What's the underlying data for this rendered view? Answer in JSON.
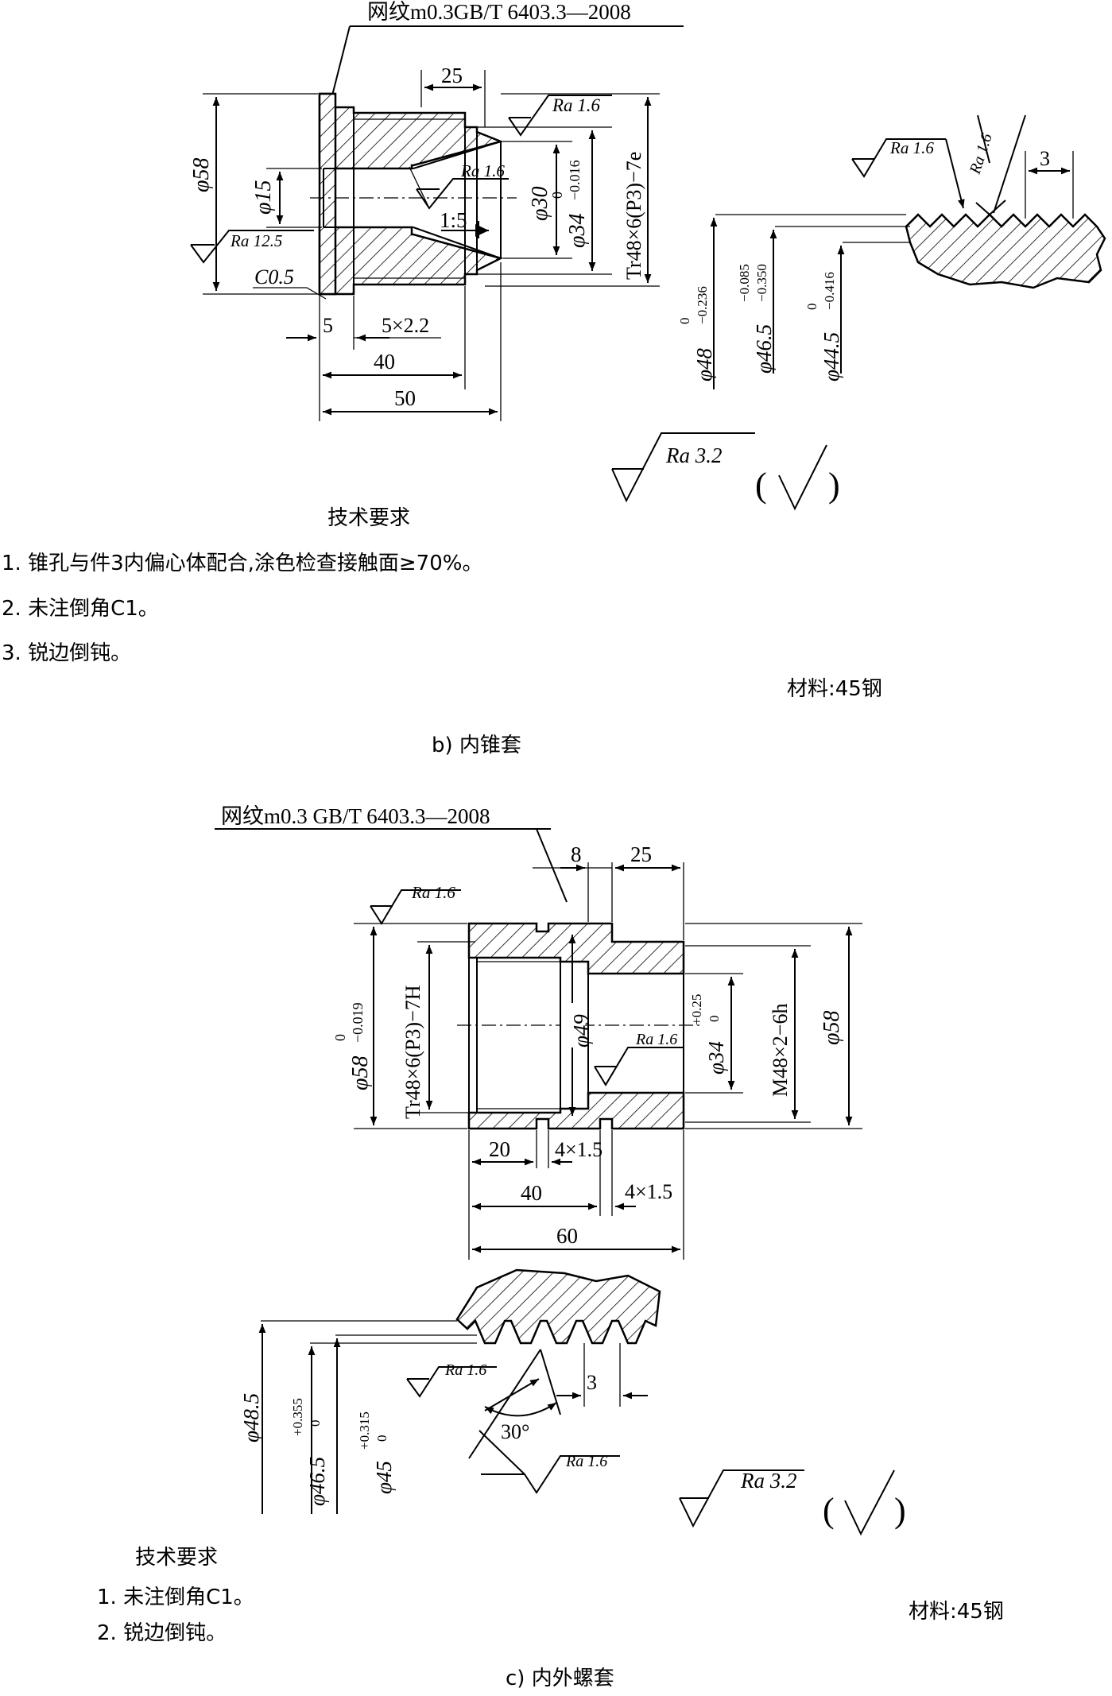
{
  "figure_b": {
    "knurl_note": "网纹m0.3GB/T 6403.3—2008",
    "dim_25": "25",
    "dim_phi58": "φ58",
    "dim_phi15": "φ15",
    "dim_phi30": "φ30",
    "dim_phi34_base": "φ34",
    "dim_phi34_upper": "0",
    "dim_phi34_lower": "−0.016",
    "thread_spec": "Tr48×6(P3)−7e",
    "taper": "1:5",
    "chamfer": "C0.5",
    "dim_5": "5",
    "dim_groove": "5×2.2",
    "dim_40": "40",
    "dim_50": "50",
    "ra_top": "Ra 1.6",
    "ra_bore": "Ra 1.6",
    "ra_face": "Ra 12.5",
    "detail": {
      "ra_left": "Ra 1.6",
      "ra_right": "Ra 1.6",
      "pitch": "3",
      "d48_base": "φ48",
      "d48_upper": "0",
      "d48_lower": "−0.236",
      "d46_base": "φ46.5",
      "d46_upper": "−0.085",
      "d46_lower": "−0.350",
      "d44_base": "φ44.5",
      "d44_upper": "0",
      "d44_lower": "−0.416"
    },
    "general_ra": "Ra 3.2",
    "tech_title": "技术要求",
    "tech_items": [
      "1. 锥孔与件3内偏心体配合,涂色检查接触面≥70%。",
      "2. 未注倒角C1。",
      "3. 锐边倒钝。"
    ],
    "material": "材料:45钢",
    "caption": "b) 内锥套"
  },
  "figure_c": {
    "knurl_note": "网纹m0.3 GB/T 6403.3—2008",
    "dim_8": "8",
    "dim_25": "25",
    "ra_top": "Ra 1.6",
    "ra_mid": "Ra 1.6",
    "dim_phi58_base": "φ58",
    "dim_phi58_upper": "0",
    "dim_phi58_lower": "−0.019",
    "thread_inner": "Tr48×6(P3)−7H",
    "dim_phi49": "φ49",
    "dim_phi34_base": "φ34",
    "dim_phi34_upper": "+0.25",
    "dim_phi34_lower": "0",
    "thread_outer": "M48×2−6h",
    "dim_phi58_right": "φ58",
    "dim_20": "20",
    "dim_groove1": "4×1.5",
    "dim_40": "40",
    "dim_groove2": "4×1.5",
    "dim_60": "60",
    "detail": {
      "ra_1": "Ra 1.6",
      "ra_2": "Ra 1.6",
      "pitch": "3",
      "angle": "30°",
      "d48": "φ48.5",
      "d46_base": "φ46.5",
      "d46_upper": "+0.355",
      "d46_lower": "0",
      "d45_base": "φ45",
      "d45_upper": "+0.315",
      "d45_lower": "0"
    },
    "general_ra": "Ra 3.2",
    "tech_title": "技术要求",
    "tech_items": [
      "1. 未注倒角C1。",
      "2. 锐边倒钝。"
    ],
    "material": "材料:45钢",
    "caption": "c) 内外螺套"
  }
}
